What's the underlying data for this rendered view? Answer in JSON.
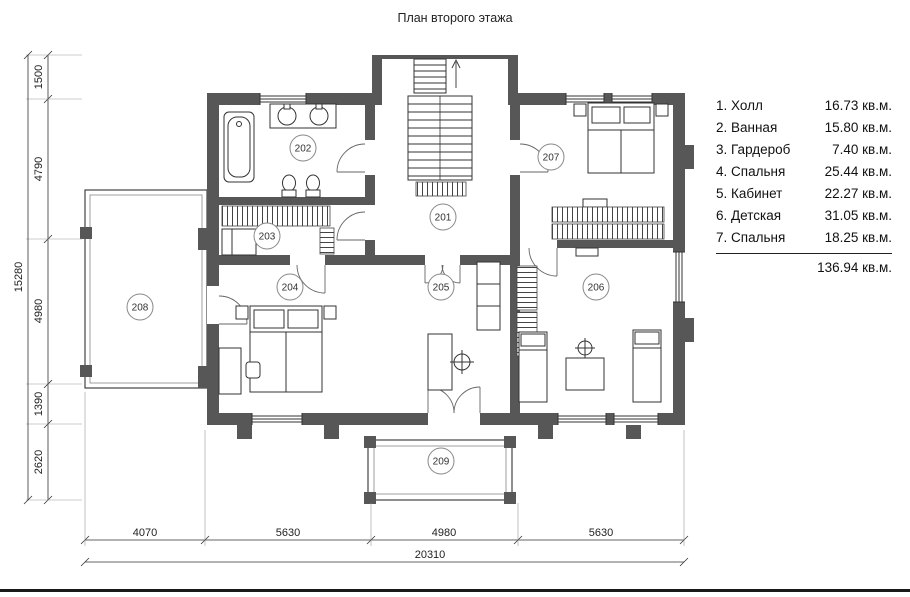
{
  "title": "План второго этажа",
  "legend": {
    "items": [
      {
        "label": "1. Холл",
        "area": "16.73 кв.м."
      },
      {
        "label": "2. Ванная",
        "area": "15.80 кв.м."
      },
      {
        "label": "3. Гардероб",
        "area": "7.40 кв.м."
      },
      {
        "label": "4. Спальня",
        "area": "25.44 кв.м."
      },
      {
        "label": "5. Кабинет",
        "area": "22.27 кв.м."
      },
      {
        "label": "6. Детская",
        "area": "31.05 кв.м."
      },
      {
        "label": "7. Спальня",
        "area": "18.25 кв.м."
      }
    ],
    "total_area": "136.94 кв.м."
  },
  "rooms": {
    "201": "201",
    "202": "202",
    "203": "203",
    "204": "204",
    "205": "205",
    "206": "206",
    "207": "207",
    "208": "208",
    "209": "209"
  },
  "dimensions": {
    "left_total": "15280",
    "left": [
      "1500",
      "4790",
      "4980",
      "1390",
      "2620"
    ],
    "bottom": [
      "4070",
      "5630",
      "4980",
      "5630"
    ],
    "bottom_total": "20310"
  },
  "colors": {
    "wall": "#575757",
    "line": "#333333"
  }
}
